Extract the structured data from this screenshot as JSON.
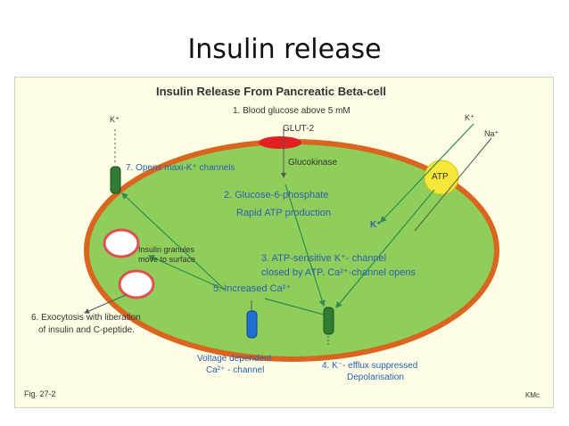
{
  "slide": {
    "title": "Insulin release"
  },
  "figure": {
    "title": "Insulin Release From Pancreatic Beta-cell",
    "fig_label": "Fig. 27-2",
    "credit": "KMc"
  },
  "labels": {
    "step1": "1. Blood glucose above 5 mM",
    "glut2": "GLUT-2",
    "glucokinase": "Glucokinase",
    "step2a": "2. Glucose-6-phosphate",
    "step2b": "Rapid ATP production",
    "step3a": "3. ATP-sensitive K⁺- channel",
    "step3b": "closed by ATP. Ca²⁺-channel opens",
    "step4a": "4. K⁻- efflux suppressed",
    "step4b": "Depolarisation",
    "step5": "5. Increased Ca²⁺",
    "step6a": "6. Exocytosis with liberation",
    "step6b": "of insulin and C-peptide.",
    "step7": "7. Opens maxi-K⁺ channels",
    "granules_a": "Insulin granules",
    "granules_b": "move to surface",
    "vdcc_a": "Voltage dependent",
    "vdcc_b": "Ca²⁺ - channel",
    "atp": "ATP",
    "k_top_left": "K⁺",
    "k_top_right": "K⁺",
    "na_top_right": "Na⁺",
    "k_inside": "K⁺"
  },
  "colors": {
    "cell_fill": "#8fce5a",
    "cell_border": "#d9651e",
    "glut": "#e02020",
    "atp": "#f5e83a",
    "channel_green": "#2e7d32",
    "channel_blue": "#1e6fd0",
    "granule_border": "#e05050",
    "arrow_green": "#2f8a52"
  }
}
